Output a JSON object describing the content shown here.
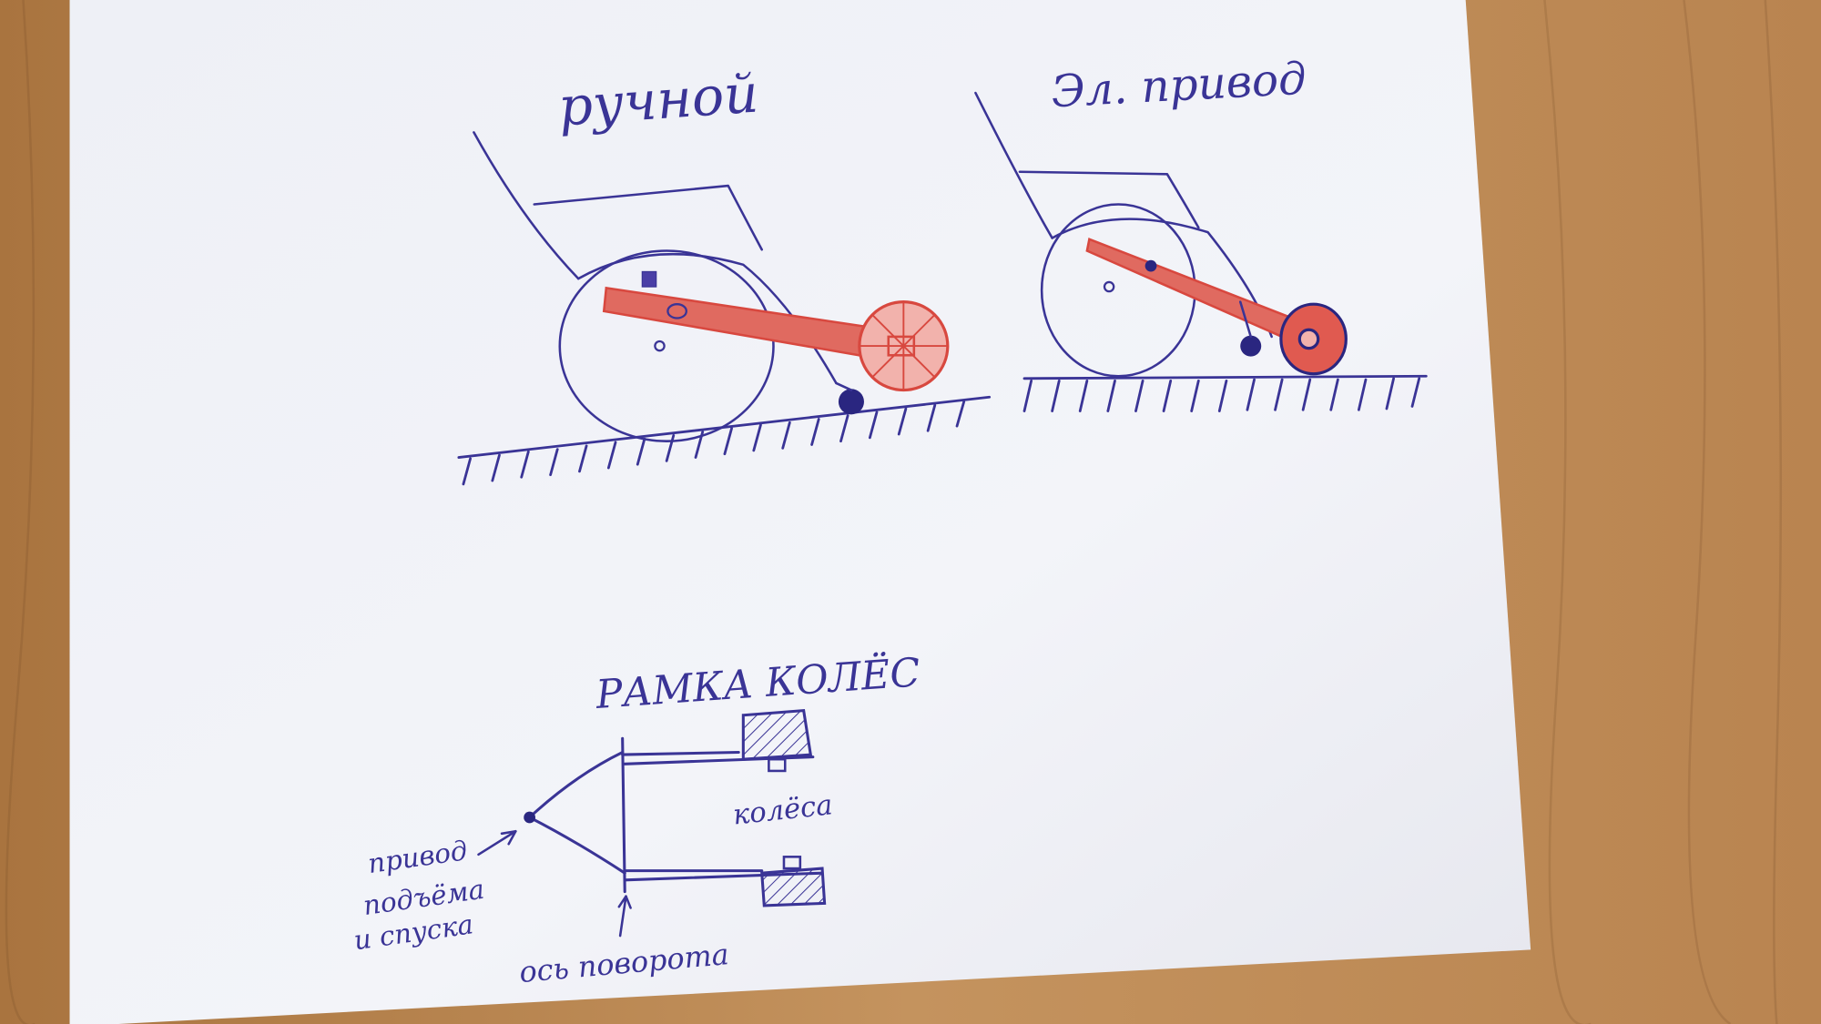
{
  "colors": {
    "desk": "#b98a55",
    "paper": "#f1f3f8",
    "ink": "#3a3496",
    "red_pen": "#d8483f"
  },
  "labels": {
    "manual": "ручной",
    "electric": "Эл. привод",
    "frame_title": "РАМКА КОЛЁС",
    "wheels": "колёса",
    "drive_line1": "привод",
    "drive_line2": "подъёма",
    "drive_line3": "и спуска",
    "pivot_axis": "ось поворота"
  },
  "icons": [
    "manual-wheelchair-sketch",
    "electric-wheelchair-sketch",
    "wheel-frame-sketch"
  ]
}
